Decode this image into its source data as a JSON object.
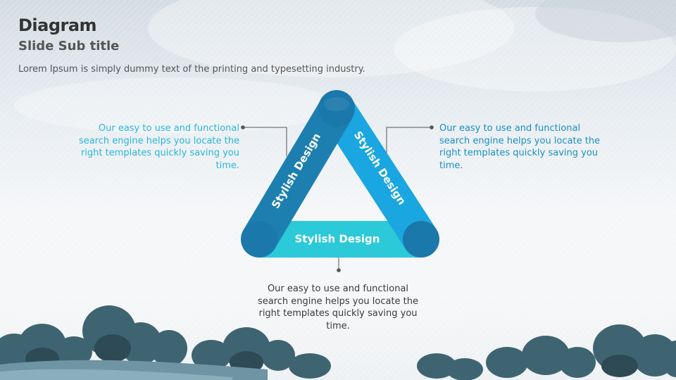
{
  "slide": {
    "title": "Diagram",
    "subtitle": "Slide Sub title",
    "intro": "Lorem Ipsum is simply dummy text of the printing and typesetting industry."
  },
  "diagram": {
    "bars": [
      {
        "label": "Stylish Design",
        "color": "#1d7fb0"
      },
      {
        "label": "Stylish Design",
        "color": "#1aa6e0"
      },
      {
        "label": "Stylish Design",
        "color": "#2cc9d8"
      }
    ],
    "captions": {
      "left": "Our easy to use and functional search engine helps you locate the right templates quickly saving you time.",
      "right": "Our easy to use and functional search engine helps you locate the right templates quickly saving you time.",
      "bottom": "Our easy to use and functional search engine helps you locate the right templates quickly saving you time."
    },
    "colors": {
      "dark_joint": "#15699a",
      "connector": "#555555",
      "left_text": "#29b6d8",
      "right_text": "#1b8fc0"
    }
  }
}
